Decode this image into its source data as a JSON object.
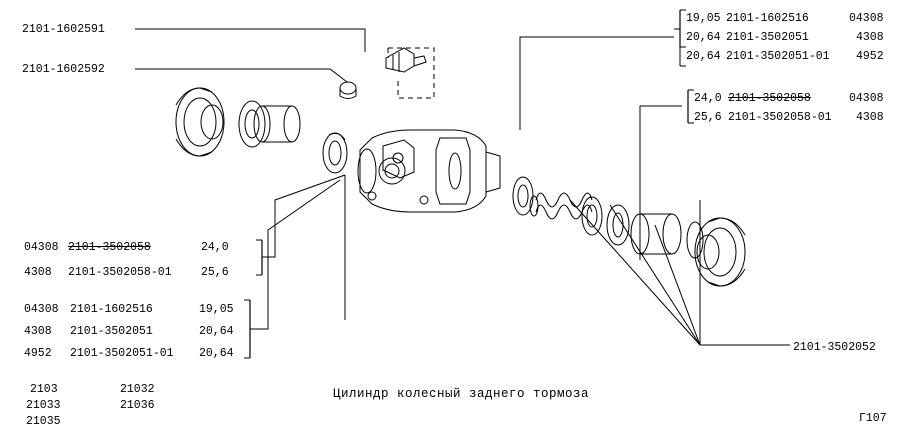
{
  "title": "Цилиндр колесный заднего тормоза",
  "figure_code": "Г107",
  "callouts": {
    "top_left_1": "2101-1602591",
    "top_left_2": "2101-1602592",
    "bottom_right": "2101-3502052"
  },
  "top_right_table_1": {
    "rows": [
      {
        "size": "19,05",
        "part": "2101-1602516",
        "code": "04308",
        "struck": false
      },
      {
        "size": "20,64",
        "part": "2101-3502051",
        "code": "4308",
        "struck": false
      },
      {
        "size": "20,64",
        "part": "2101-3502051-01",
        "code": "4952",
        "struck": false
      }
    ]
  },
  "top_right_table_2": {
    "rows": [
      {
        "size": "24,0",
        "part": "2101-3502058",
        "code": "04308",
        "struck": true
      },
      {
        "size": "25,6",
        "part": "2101-3502058-01",
        "code": "4308",
        "struck": false
      }
    ]
  },
  "left_table_1": {
    "rows": [
      {
        "code": "04308",
        "part": "2101-3502058",
        "size": "24,0",
        "struck": true
      },
      {
        "code": "4308",
        "part": "2101-3502058-01",
        "size": "25,6",
        "struck": false
      }
    ]
  },
  "left_table_2": {
    "rows": [
      {
        "code": "04308",
        "part": "2101-1602516",
        "size": "19,05",
        "struck": false
      },
      {
        "code": "4308",
        "part": "2101-3502051",
        "size": "20,64",
        "struck": false
      },
      {
        "code": "4952",
        "part": "2101-3502051-01",
        "size": "20,64",
        "struck": false
      }
    ]
  },
  "model_list": {
    "col1": [
      "2103",
      "21033",
      "21035"
    ],
    "col2": [
      "21032",
      "21036"
    ]
  }
}
